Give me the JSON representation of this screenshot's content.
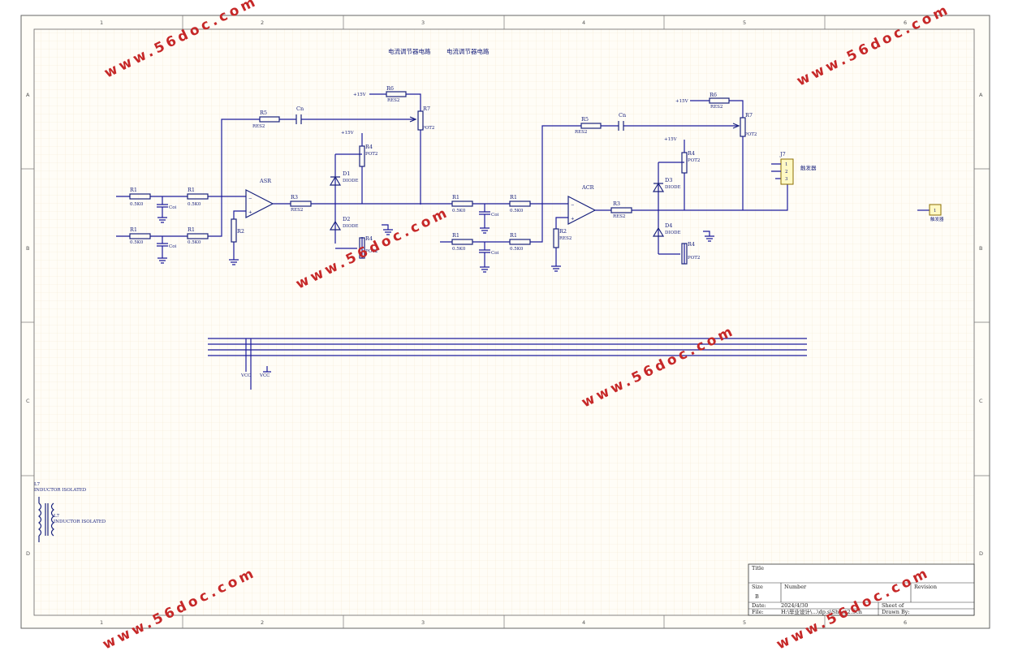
{
  "sheet": {
    "title_texts": [
      "电流调节器电路",
      "电流调节器电路"
    ],
    "zones_top": [
      "1",
      "2",
      "3",
      "4",
      "5",
      "6"
    ],
    "zones_side": [
      "A",
      "B",
      "C",
      "D"
    ]
  },
  "components": {
    "left": {
      "r5_ref": "R5",
      "r5_val": "RES2",
      "cn_ref": "Cn",
      "r6_ref": "R6",
      "r6_val": "RES2",
      "r7_ref": "R7",
      "r7_val": "POT2",
      "plus15_a": "+15V",
      "plus15_b": "+15V",
      "r4_top_ref": "R4",
      "r4_top_val": "POT2",
      "d1_ref": "D1",
      "d1_val": "DIODE",
      "d2_ref": "D2",
      "d2_val": "DIODE",
      "r4_bot_ref": "R4",
      "r4_bot_val": "POT2",
      "amp": "ASR",
      "r3_ref": "R3",
      "r3_val": "RES2",
      "r2_ref": "R2",
      "r1a_ref": "R1",
      "r1a_val": "0.5K0",
      "r1b_ref": "R1",
      "r1b_val": "0.5K0",
      "r1c_ref": "R1",
      "r1c_val": "0.5K0",
      "r1d_ref": "R1",
      "r1d_val": "0.5K0",
      "cap_a": "Coi",
      "cap_b": "Coi"
    },
    "right": {
      "r5_ref": "R5",
      "r5_val": "RES2",
      "cn_ref": "Cn",
      "r6_ref": "R6",
      "r6_val": "RES2",
      "r7_ref": "R7",
      "r7_val": "POT2",
      "plus15_a": "+15V",
      "plus15_b": "+15V",
      "r4_top_ref": "R4",
      "r4_top_val": "POT2",
      "d3_ref": "D3",
      "d3_val": "DIODE",
      "d4_ref": "D4",
      "d4_val": "DIODE",
      "r4_bot_ref": "R4",
      "r4_bot_val": "POT2",
      "amp": "ACR",
      "r3_ref": "R3",
      "r3_val": "RES2",
      "r2_ref": "R2",
      "r2_val": "RES2",
      "r1a_ref": "R1",
      "r1a_val": "0.5K0",
      "r1b_ref": "R1",
      "r1b_val": "0.5K0",
      "r1c_ref": "R1",
      "r1c_val": "0.5K0",
      "r1d_ref": "R1",
      "r1d_val": "0.5K0",
      "cap_a": "Coi",
      "cap_b": "Coi",
      "j7_ref": "J7",
      "j7_pins": [
        "1",
        "2",
        "3"
      ],
      "j7_label": "触发器",
      "port_num": "1",
      "port_label": "触发器"
    },
    "bus": {
      "vcc_a": "VCC",
      "vcc_b": "VCC"
    },
    "inductors": {
      "l7a_ref": "L7",
      "l7a_val": "INDUCTOR ISOLATED",
      "l7b_ref": "L7",
      "l7b_val": "INDUCTOR ISOLATED"
    }
  },
  "title_block": {
    "title_label": "Title",
    "size_label": "Size",
    "size_value": "B",
    "number_label": "Number",
    "revision_label": "Revision",
    "date_label": "Date:",
    "date_value": "2024/4/30",
    "file_label": "File:",
    "file_value": "H:\\毕业设计\\...\\dp.s\\Sheet2.Sch",
    "sheet_label": "Sheet   of",
    "drawn_label": "Drawn By:"
  },
  "watermark": "www.56doc.com"
}
